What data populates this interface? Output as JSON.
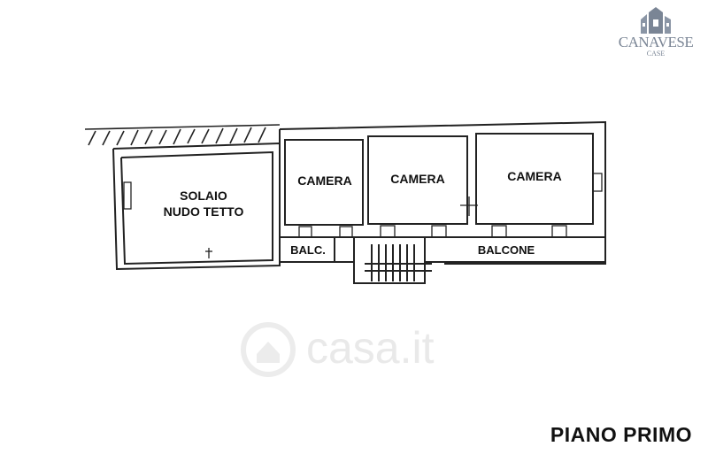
{
  "logo": {
    "word": "CANAVESE",
    "sub": "CASE"
  },
  "watermark": {
    "text": "casa.it"
  },
  "rooms": {
    "solaio": "SOLAIO\nNUDO TETTO",
    "camera1": "CAMERA",
    "camera2": "CAMERA",
    "camera3": "CAMERA",
    "balc": "BALC.",
    "balcone": "BALCONE"
  },
  "title": "PIANO PRIMO"
}
